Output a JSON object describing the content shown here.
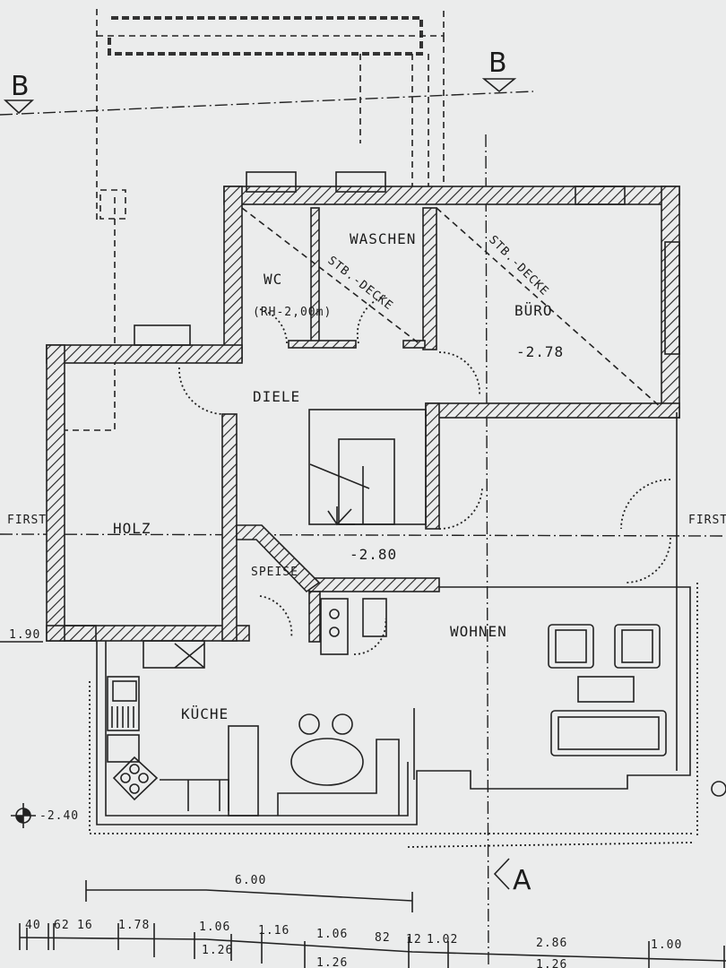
{
  "section_marks": {
    "b_left": "B",
    "b_right": "B",
    "a": "A"
  },
  "rooms": {
    "wc": "WC",
    "wc_note": "(RH-2,00m)",
    "waschen": "WASCHEN",
    "buero": "BÜRO",
    "buero_level": "-2.78",
    "diele": "DIELE",
    "holz": "HOLZ",
    "speise": "SPEISE",
    "diele_level": "-2.80",
    "wohnen": "WOHNEN",
    "kueche": "KÜCHE"
  },
  "annotations": {
    "slab_1": "STB.-DECKE",
    "slab_2": "STB.-DECKE",
    "first_left": "FIRST",
    "first_right": "FIRST",
    "level_left": "1.90",
    "level_bottom": "-2.40"
  },
  "dimensions": {
    "overall": "6.00",
    "row": [
      "40",
      "62",
      "16",
      "1.78",
      "1.06",
      "1.16",
      "1.06",
      "82",
      "12",
      "1.02",
      "2.86",
      "1.00"
    ],
    "row_below": [
      "1.26",
      "1.26",
      "1.26"
    ]
  },
  "colors": {
    "paper": "#ebecec",
    "ink": "#1c1c1c"
  }
}
